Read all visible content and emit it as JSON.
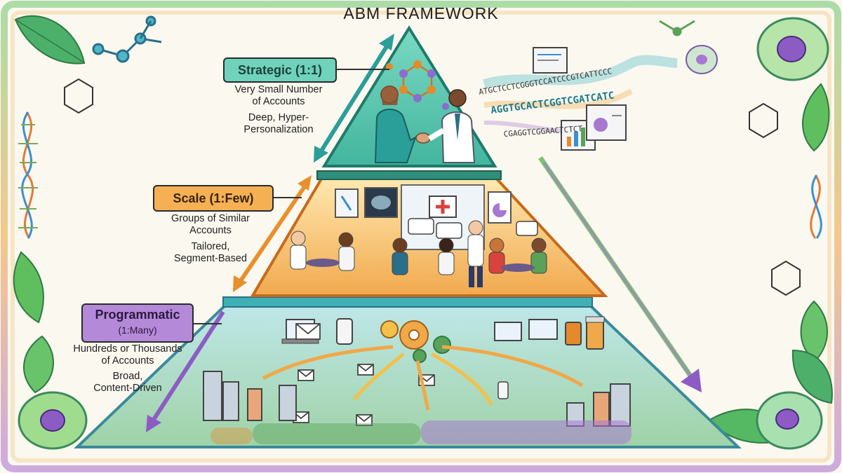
{
  "title": "ABM FRAMEWORK",
  "colors": {
    "strategic": "#54c8b2",
    "scale": "#f0a848",
    "programmatic": "#a878d0",
    "arrow_teal": "#2a9e98",
    "arrow_orange": "#e8902c",
    "arrow_purple": "#8c5cc4",
    "background": "#fbf8ef"
  },
  "tiers": {
    "strategic": {
      "label": "Strategic (1:1)",
      "line1": "Very Small Number",
      "line2": "of Accounts",
      "line3": "Deep, Hyper-",
      "line4": "Personalization"
    },
    "scale": {
      "label": "Scale (1:Few)",
      "line1": "Groups of Similar",
      "line2": "Accounts",
      "line3": "Tailored,",
      "line4": "Segment-Based"
    },
    "programmatic": {
      "label": "Programmatic",
      "label_sub": "(1:Many)",
      "line1": "Hundreds or Thousands",
      "line2": "of Accounts",
      "line3": "Broad,",
      "line4": "Content-Driven"
    }
  },
  "dna_strands": {
    "line1": "ATGCTCCTCGGGTCCATCCCGTCATTCCC",
    "line2": "AGGTGCACTCGGTCGATCATC",
    "line3": "CGAGGTCGGAACTCTCT"
  },
  "icons": [
    "molecule-icon",
    "dna-helix-icon",
    "cell-icon",
    "leaf-icon",
    "gear-icon",
    "envelope-icon",
    "laptop-icon",
    "building-icon",
    "chart-icon",
    "phone-icon",
    "pill-bottle-icon"
  ]
}
